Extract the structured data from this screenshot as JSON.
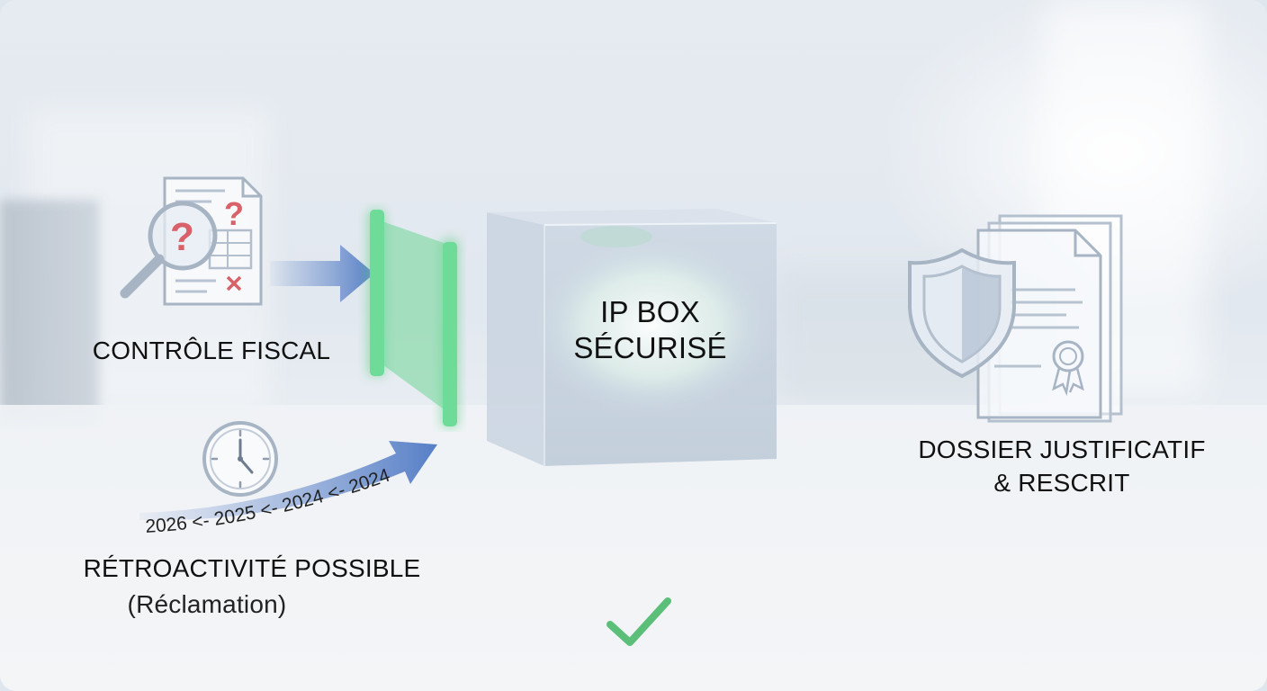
{
  "labels": {
    "controle_fiscal": "CONTRÔLE FISCAL",
    "ip_box_line1": "IP BOX",
    "ip_box_line2": "SÉCURISÉ",
    "retroactivite": "RÉTROACTIVITÉ POSSIBLE",
    "reclamation": "(Réclamation)",
    "dossier_line1": "DOSSIER JUSTIFICATIF",
    "dossier_line2": "& RESCRIT"
  },
  "timeline": {
    "text": "2026 <- 2025 <- 2024 <- 2024"
  },
  "icons": {
    "audit": "magnifier-question-document-icon",
    "clock": "clock-icon",
    "shield": "shield-icon",
    "certificate": "certificate-documents-icon",
    "check": "checkmark-icon",
    "gate": "green-gate-barrier",
    "cube": "glass-cube"
  },
  "colors": {
    "arrow_blue": "#4f79c4",
    "gate_green": "#5fd08a",
    "check_green": "#5bbf7a",
    "question_red": "#d9626a",
    "icon_outline": "#a7b4c4",
    "text": "#111111"
  }
}
